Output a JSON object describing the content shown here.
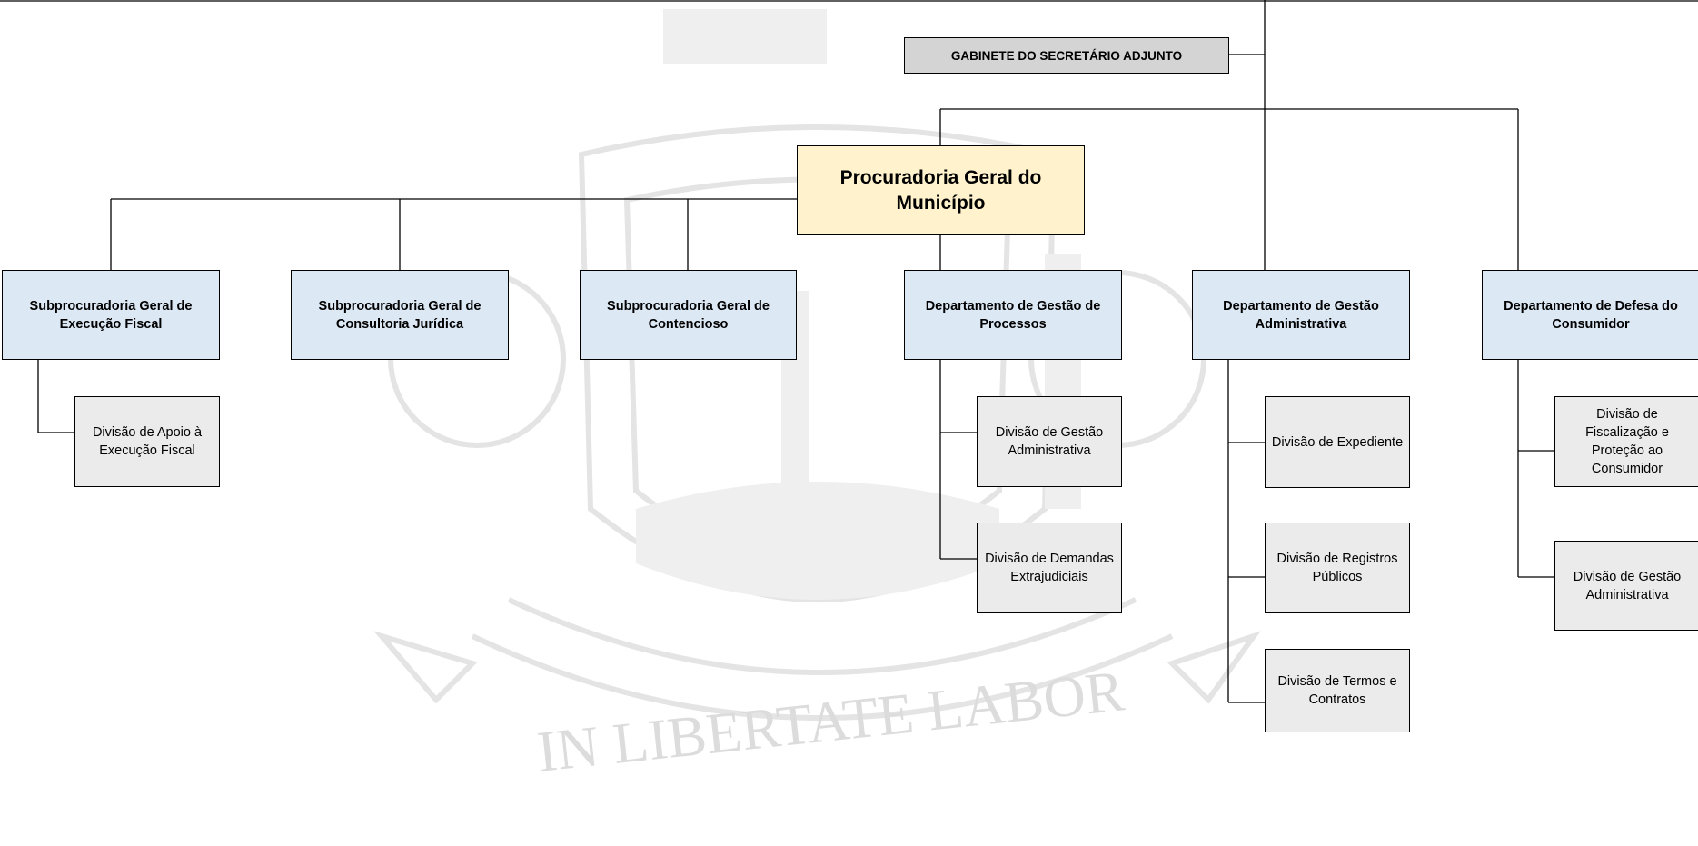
{
  "watermark": {
    "motto": "IN LIBERTATE LABOR"
  },
  "gabinete": {
    "label": "GABINETE DO SECRETÁRIO ADJUNTO"
  },
  "root": {
    "label": "Procuradoria Geral do Município"
  },
  "departments": [
    {
      "label": "Subprocuradoria Geral de Execução Fiscal",
      "divisions": [
        "Divisão de Apoio à Execução Fiscal"
      ]
    },
    {
      "label": "Subprocuradoria Geral de Consultoria Jurídica",
      "divisions": []
    },
    {
      "label": "Subprocuradoria Geral de Contencioso",
      "divisions": []
    },
    {
      "label": "Departamento de Gestão de Processos",
      "divisions": [
        "Divisão de Gestão Administrativa",
        "Divisão de Demandas Extrajudiciais"
      ]
    },
    {
      "label": "Departamento de Gestão Administrativa",
      "divisions": [
        "Divisão de Expediente",
        "Divisão de Registros Públicos",
        "Divisão de Termos e Contratos"
      ]
    },
    {
      "label": "Departamento de Defesa do Consumidor",
      "divisions": [
        "Divisão de Fiscalização e Proteção ao Consumidor",
        "Divisão de Gestão Administrativa"
      ]
    }
  ]
}
